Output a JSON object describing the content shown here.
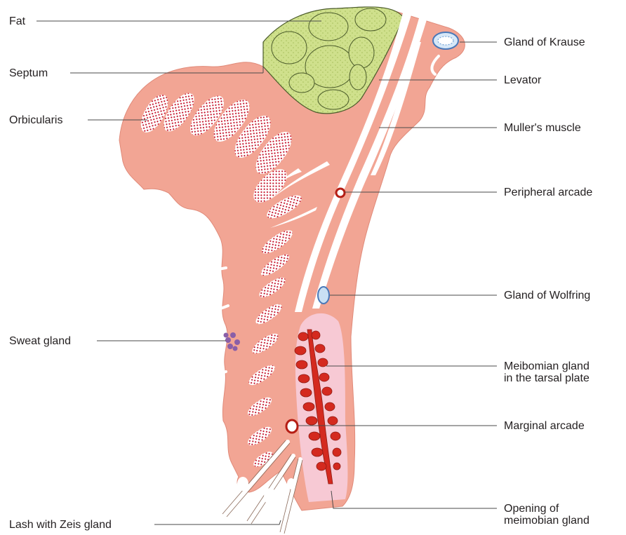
{
  "labels": {
    "fat": "Fat",
    "septum": "Septum",
    "orbicularis": "Orbicularis",
    "sweat_gland": "Sweat gland",
    "lash": "Lash with Zeis gland",
    "krause": "Gland of Krause",
    "levator": "Levator",
    "muller": "Muller's muscle",
    "peripheral_arcade": "Peripheral arcade",
    "wolfring": "Gland of Wolfring",
    "meibomian": "Meibomian gland\nin the tarsal plate",
    "marginal_arcade": "Marginal arcade",
    "opening": "Opening of\nmeimobian gland"
  },
  "colors": {
    "tissue": "#f2a594",
    "fat": "#cfe08c",
    "tarsal_plate": "#f7c9d4",
    "gland": "#d42a1f",
    "muscle_dots": "#c4122a",
    "white_bands": "#ffffff",
    "gland_blue": "#7aa6d8",
    "sweat": "#8a5fa8",
    "leader": "#4a4a4a"
  }
}
